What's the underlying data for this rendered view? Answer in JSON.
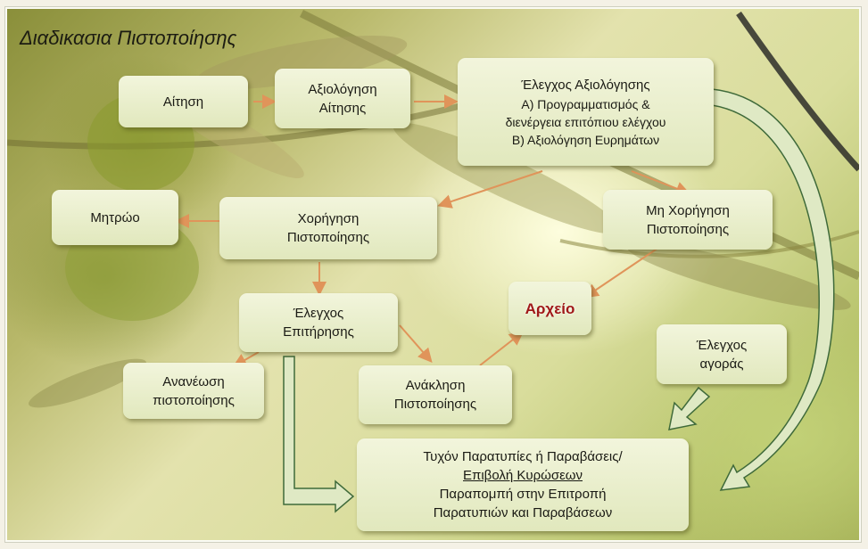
{
  "title": "Διαδικασια Πιστοποίησης",
  "nodes": {
    "application": "Αίτηση",
    "app_eval": [
      "Αξιολόγηση",
      "Αίτησης"
    ],
    "eval_control": {
      "heading": "Έλεγχος Αξιολόγησης",
      "lines": [
        "Α) Προγραμματισμός &",
        "διενέργεια επιτόπιου ελέγχου",
        "Β) Αξιολόγηση Ευρημάτων"
      ]
    },
    "registry": "Μητρώο",
    "grant": [
      "Χορήγηση",
      "Πιστοποίησης"
    ],
    "no_grant": [
      "Μη Χορήγηση",
      "Πιστοποίησης"
    ],
    "surveillance": [
      "Έλεγχος",
      "Επιτήρησης"
    ],
    "archive": "Αρχείο",
    "market_control": [
      "Έλεγχος",
      "αγοράς"
    ],
    "renewal": [
      "Ανανέωση",
      "πιστοποίησης"
    ],
    "revocation": [
      "Ανάκληση",
      "Πιστοποίησης"
    ],
    "sanctions": {
      "line1": "Τυχόν  Παρατυπίες ή Παραβάσεις/",
      "line2": "Επιβολή Κυρώσεων",
      "line3": "Παραπομπή στην Επιτροπή",
      "line4": "Παρατυπιών και Παραβάσεων"
    }
  },
  "colors": {
    "box_fill": "#e8eecb",
    "arrow_orange": "#e0945a",
    "outline_arrow": "#3f6a3a",
    "archive_text": "#a01818"
  }
}
